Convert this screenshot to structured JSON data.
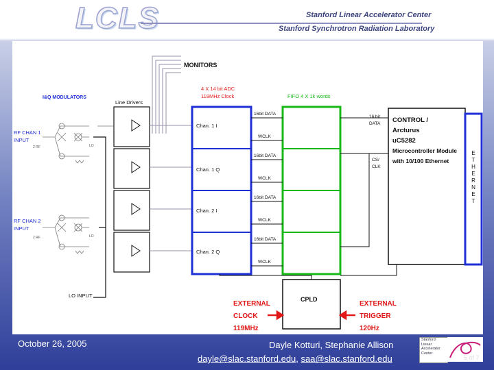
{
  "header": {
    "logo_text": "LCLS",
    "org_line1": "Stanford Linear Accelerator Center",
    "org_line2": "Stanford Synchrotron Radiation Laboratory"
  },
  "diagram": {
    "monitors": "MONITORS",
    "iq_modulators": "I&Q MODULATORS",
    "line_drivers": "Line Drivers",
    "adc_line1": "4 X 14 bit ADC",
    "adc_line2": "119MHz Clock",
    "fifo": "FIFO 4 X 1k words",
    "rf_chan1": [
      "RF CHAN 1",
      "INPUT"
    ],
    "rf_chan2": [
      "RF CHAN 2",
      "INPUT"
    ],
    "mixer_rf": "2 RF",
    "mixer_lo": "LO",
    "lo_input": "LO INPUT",
    "channels": [
      "Chan. 1 I",
      "Chan. 1 Q",
      "Chan. 2 I",
      "Chan. 2 Q"
    ],
    "data16": "16bit DATA",
    "wclk": "WCLK",
    "data16_right": [
      "16 bit",
      "DATA"
    ],
    "cs_clk": [
      "CS/",
      "CLK"
    ],
    "control": [
      "CONTROL /",
      "Arcturus",
      "uC5282",
      "Microcontroller Module",
      "with 10/100 Ethernet"
    ],
    "ethernet": [
      "E",
      "T",
      "H",
      "E",
      "R",
      "N",
      "E",
      "T"
    ],
    "cpld": "CPLD",
    "external_clock": [
      "EXTERNAL",
      "CLOCK",
      "119MHz"
    ],
    "external_trigger": [
      "EXTERNAL",
      "TRIGGER",
      "120Hz"
    ]
  },
  "footer": {
    "date": "October 26, 2005",
    "authors": "Dayle Kotturi, Stephanie Allison",
    "email1": "dayle@slac.stanford.edu",
    "email_sep": ", ",
    "email2": "saa@slac.stanford.edu",
    "slac_logo_lines": [
      "Stanford",
      "Linear",
      "Accelerator",
      "Center"
    ],
    "page_number": "5 of 7"
  },
  "colors": {
    "blue": "#1f2fd6",
    "green": "#18b818",
    "red": "#e21818",
    "line": "#9a8fa8"
  }
}
